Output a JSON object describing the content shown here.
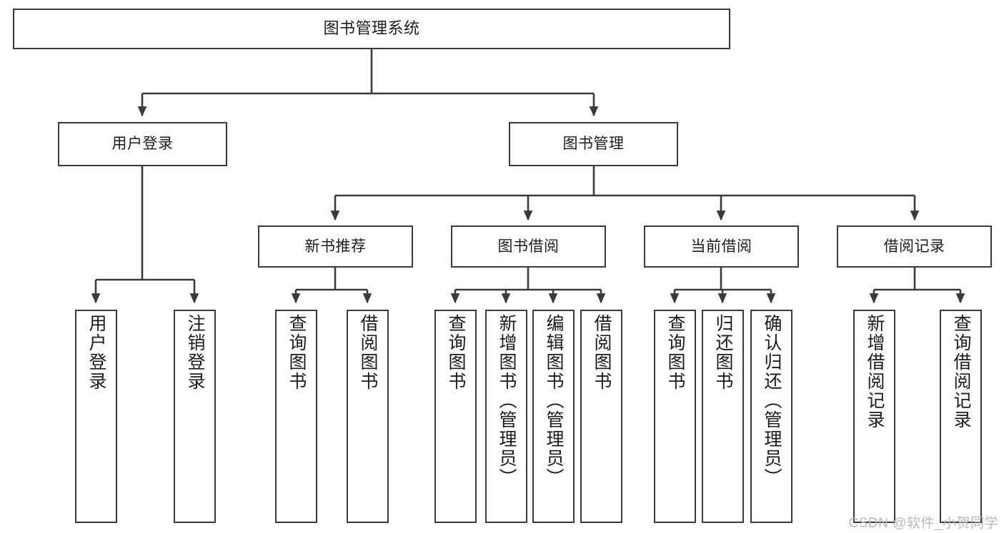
{
  "diagram": {
    "title": "图书管理系统",
    "watermark": "CSDN @软件_小贺同学",
    "stroke_color": "#3a3a3a",
    "background_color": "#ffffff",
    "text_color": "#1c1c1c",
    "nodes": {
      "root": {
        "label": "图书管理系统"
      },
      "level1": [
        {
          "key": "user_login",
          "label": "用户登录"
        },
        {
          "key": "book_manage",
          "label": "图书管理"
        }
      ],
      "level2": [
        {
          "key": "new_book_recommend",
          "label": "新书推荐"
        },
        {
          "key": "book_borrow",
          "label": "图书借阅"
        },
        {
          "key": "current_borrow",
          "label": "当前借阅"
        },
        {
          "key": "borrow_record",
          "label": "借阅记录"
        }
      ],
      "leaves": [
        {
          "key": "leaf-user-login",
          "parent": "user_login",
          "label": "用户登录"
        },
        {
          "key": "leaf-logout-login",
          "parent": "user_login",
          "label": "注销登录"
        },
        {
          "key": "leaf-query-book-1",
          "parent": "new_book_recommend",
          "label": "查询图书"
        },
        {
          "key": "leaf-borrow-book-1",
          "parent": "new_book_recommend",
          "label": "借阅图书"
        },
        {
          "key": "leaf-query-book-2",
          "parent": "book_borrow",
          "label": "查询图书"
        },
        {
          "key": "leaf-add-book",
          "parent": "book_borrow",
          "label": "新增图书（管理员）"
        },
        {
          "key": "leaf-edit-book",
          "parent": "book_borrow",
          "label": "编辑图书（管理员）"
        },
        {
          "key": "leaf-borrow-book-2",
          "parent": "book_borrow",
          "label": "借阅图书"
        },
        {
          "key": "leaf-query-book-3",
          "parent": "current_borrow",
          "label": "查询图书"
        },
        {
          "key": "leaf-return-book",
          "parent": "current_borrow",
          "label": "归还图书"
        },
        {
          "key": "leaf-confirm-return",
          "parent": "current_borrow",
          "label": "确认归还（管理员）"
        },
        {
          "key": "leaf-add-record",
          "parent": "borrow_record",
          "label": "新增借阅记录"
        },
        {
          "key": "leaf-query-record",
          "parent": "borrow_record",
          "label": "查询借阅记录"
        }
      ]
    }
  }
}
